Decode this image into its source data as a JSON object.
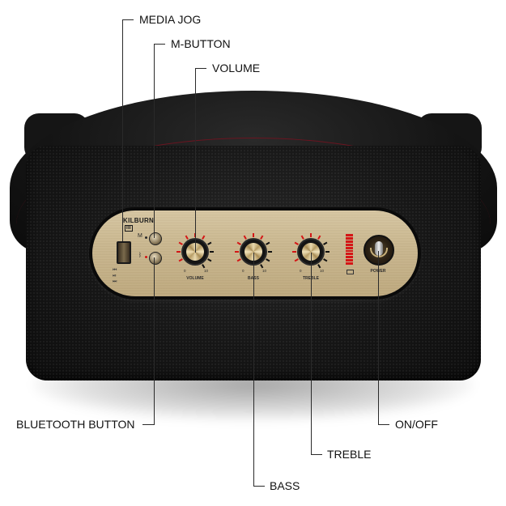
{
  "product": {
    "brand_label": "KILBURN",
    "brand_model": "III",
    "media_icons": "⏮ ⏯ ⏭",
    "knobs": [
      {
        "id": "volume",
        "label": "VOLUME",
        "min": "0",
        "max": "10"
      },
      {
        "id": "bass",
        "label": "BASS",
        "min": "0",
        "max": "10"
      },
      {
        "id": "treble",
        "label": "TREBLE",
        "min": "0",
        "max": "10"
      }
    ],
    "power_label": "POWER",
    "m_button_glyph": "M",
    "bluetooth_glyph": "ᛒ"
  },
  "callouts": {
    "media_jog": "MEDIA JOG",
    "m_button": "M-BUTTON",
    "volume": "VOLUME",
    "bluetooth_button": "BLUETOOTH BUTTON",
    "bass": "BASS",
    "treble": "TREBLE",
    "on_off": "ON/OFF"
  },
  "colors": {
    "leather": "#141414",
    "brass_panel": "#cbb88f",
    "accent_red": "#d41616",
    "stitch": "#6b1420"
  }
}
